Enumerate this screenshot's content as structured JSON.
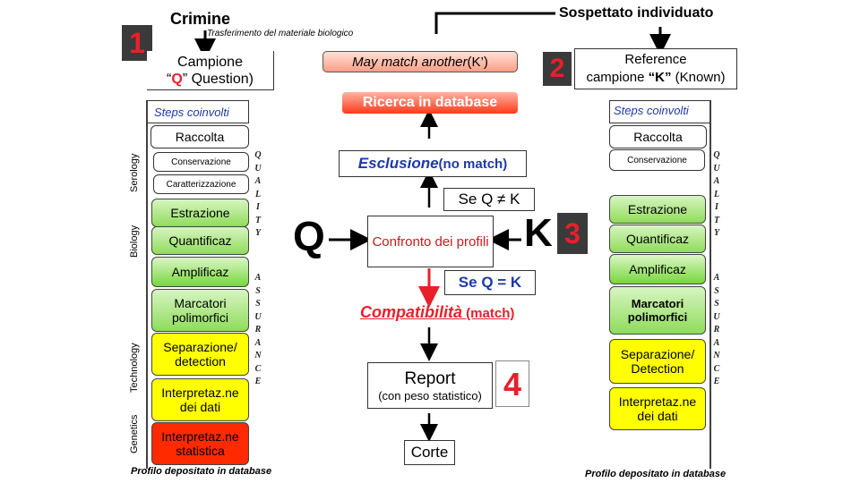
{
  "header": {
    "crimine": "Crimine",
    "trasferimento": "Trasferimento del materiale biologico",
    "sospettato": "Sospettato individuato"
  },
  "numbers": {
    "n1": "1",
    "n2": "2",
    "n3": "3",
    "n4": "4"
  },
  "left": {
    "campione_line1": "Campione",
    "campione_q": "Q",
    "campione_line2": " Question)",
    "steps": "Steps coinvolti",
    "raccolta": "Raccolta",
    "conservazione": "Conservazione",
    "caratterizzazione": "Caratterizzazione",
    "estrazione": "Estrazione",
    "quantificaz": "Quantificaz",
    "amplificaz": "Amplificaz",
    "marcatori": "Marcatori polimorfici",
    "separazione": "Separazione/ detection",
    "interpretaz_dati": "Interpretaz.ne dei dati",
    "interpretaz_stat": "Interpretaz.ne statistica",
    "footer": "Profilo depositato in database"
  },
  "side_labels": {
    "serology": "Serology",
    "biology": "Biology",
    "technology": "Technology",
    "genetics": "Genetics"
  },
  "quality": [
    "Q",
    "U",
    "A",
    "L",
    "I",
    "T",
    "Y"
  ],
  "assurance": [
    "A",
    "S",
    "S",
    "U",
    "R",
    "A",
    "N",
    "C",
    "E"
  ],
  "center": {
    "may_match_a": "May match another",
    "may_match_b": " (K’)",
    "ricerca": "Ricerca in database",
    "esclusione_a": "Esclusione",
    "esclusione_b": " (no match)",
    "se_q_ne_k": "Se Q ≠ K",
    "q_big": "Q",
    "k_big": "K",
    "confronto": "Confronto dei profili",
    "se_q_eq_k": "Se Q = K",
    "compat_a": "Compatibilità",
    "compat_b": " (match)",
    "report": "Report",
    "report_sub": "(con peso statistico)",
    "corte": "Corte"
  },
  "right": {
    "reference_line1": "Reference",
    "reference_line2a": "campione ",
    "reference_k": "“K”",
    "reference_line2b": " (Known)",
    "steps": "Steps coinvolti",
    "raccolta": "Raccolta",
    "conservazione": "Conservazione",
    "estrazione": "Estrazione",
    "quantificaz": "Quantificaz",
    "amplificaz": "Amplificaz",
    "marcatori": "Marcatori polimorfici",
    "separazione": "Separazione/ Detection",
    "interpretaz_dati": "Interpretaz.ne dei dati",
    "footer": "Profilo depositato in database"
  },
  "colors": {
    "number_red": "#e8202a",
    "box_green": "#8fdc5a",
    "box_yellow": "#ffff00",
    "box_red": "#ff2a00",
    "compat_red": "#e8202a",
    "se_q_eq_k_blue": "#1d3aa6"
  }
}
